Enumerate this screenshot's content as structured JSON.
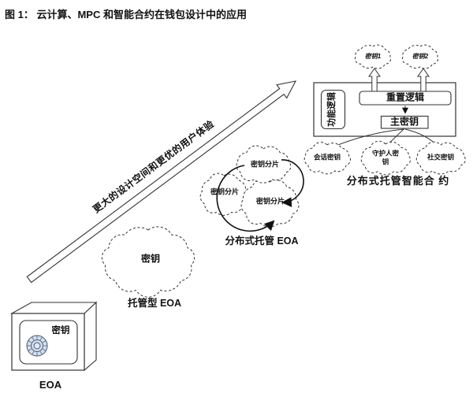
{
  "figure": {
    "title": "图 1： 云计算、MPC 和智能合约在钱包设计中的应用"
  },
  "trend_arrow": {
    "label": "更大的设计空间和更优的用户体验"
  },
  "eoa": {
    "key_label": "密钥",
    "caption": "EOA"
  },
  "custodial_eoa": {
    "key_label": "密钥",
    "caption": "托管型 EOA"
  },
  "mpc_eoa": {
    "shard1": "密钥分片",
    "shard2": "密钥分片",
    "shard3": "密钥分片",
    "caption": "分布式托管 EOA"
  },
  "smart_contract": {
    "key1": "密钥1",
    "key2": "密钥2",
    "function_logic": "功能逻辑",
    "reset_logic": "重置逻辑",
    "master_key": "主密钥",
    "session_key": "会话密钥",
    "guardian_key": "守护人密钥",
    "social_key": "社交密钥",
    "caption": "分布式托管智能合 约"
  },
  "colors": {
    "line": "#333333",
    "dial_fill": "#cfe2f3"
  }
}
